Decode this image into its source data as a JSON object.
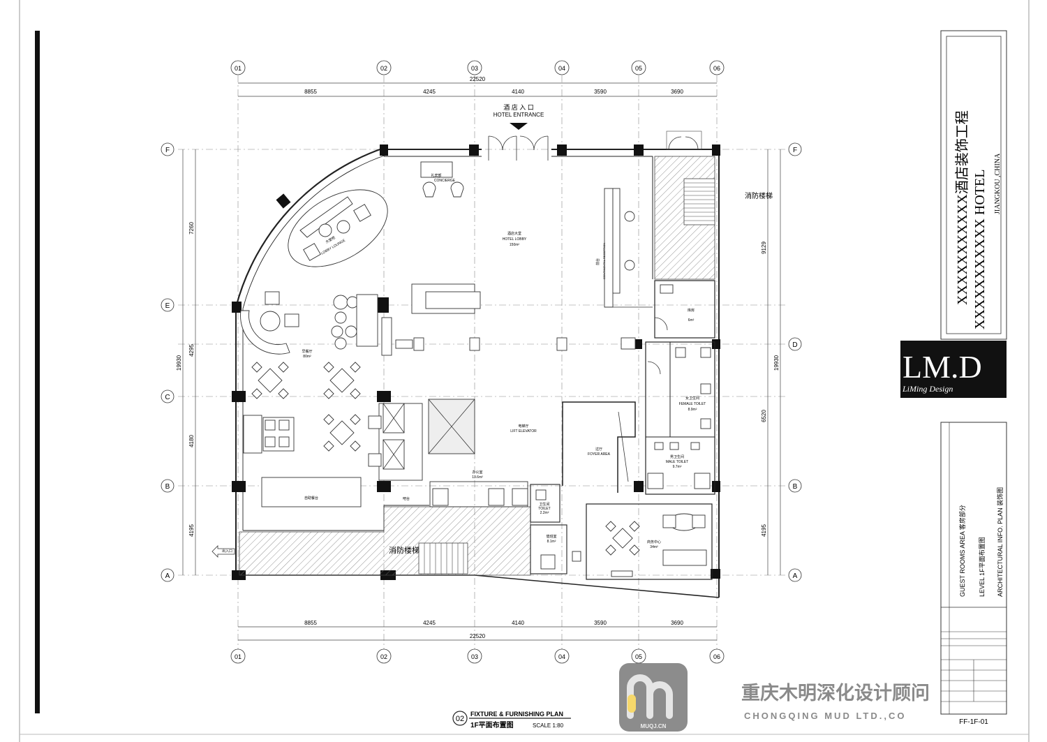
{
  "grid_cols": [
    "01",
    "02",
    "03",
    "04",
    "05",
    "06"
  ],
  "grid_rows": [
    "F",
    "E",
    "D",
    "C",
    "B",
    "A"
  ],
  "dims_top": [
    "8855",
    "4245",
    "4140",
    "3590",
    "3690"
  ],
  "dims_total": "22520",
  "dims_right": [
    "9129",
    "6520",
    "4195"
  ],
  "dims_left": [
    "7260",
    "4295",
    "4180",
    "4195"
  ],
  "dims_total_v": "19930",
  "entrance": {
    "cn": "酒 店 入 口",
    "en": "HOTEL  ENTRANCE"
  },
  "rooms": {
    "concierge": {
      "cn": "礼宾部",
      "en": "CONCIERGE"
    },
    "lobby": {
      "cn": "酒店大堂",
      "en": "HOTEL LOBBY",
      "area": "150m²"
    },
    "lounge": {
      "cn": "大堂吧",
      "en": "LOBBY LOUNGE"
    },
    "reception": {
      "cn": "前台",
      "en": "CONTINENTAL RECEPTION"
    },
    "restaurant": {
      "cn": "早餐厅",
      "area": "80m²"
    },
    "elevator": {
      "cn": "电梯厅",
      "en": "LIFT ELEVATOR"
    },
    "foyer": {
      "cn": "过厅",
      "en": "FOYER AREA"
    },
    "female_toilet": {
      "cn": "女卫生间",
      "en": "FEMALE TOILET",
      "area": "8.9m²"
    },
    "male_toilet": {
      "cn": "男卫生间",
      "en": "MALE TOILET",
      "area": "9.7m²"
    },
    "office": {
      "cn": "办公室",
      "area": "13.6m²"
    },
    "toilet": {
      "cn": "卫生间",
      "en": "TOILET",
      "area": "2.2m²"
    },
    "storage": {
      "cn": "库房",
      "area": "6m²"
    },
    "duty": {
      "cn": "值班室",
      "area": "8.1m²"
    },
    "business": {
      "cn": "商务中心",
      "area": "34m²"
    },
    "bar": {
      "cn": "吧台"
    },
    "buffet": {
      "cn": "自助餐台"
    },
    "stair1": "消防楼梯",
    "stair2": "消防楼梯",
    "exit": "出入口"
  },
  "plan_title": {
    "num": "02",
    "en": "FIXTURE & FURNISHING PLAN",
    "cn": "1F平面布置图",
    "scale": "SCALE 1:80"
  },
  "titleblock": {
    "project_cn": "XXXXXXXXXXX酒店装饰工程",
    "project_en": "XXXXXXXXXXX  HOTEL",
    "location": "JIANGKOU ,CHINA",
    "logo": "LM.D",
    "logo_sub": "LiMing Design",
    "area_label": "GUEST ROOMS AREA  客房部分",
    "drawing_label": "LEVEL  1F平面布置图",
    "plan_label": "ARCHITECTURAL  INFO.  PLAN   装饰图",
    "sheet_no": "FF-1F-01"
  },
  "watermark": {
    "cn": "重庆木明深化设计顾问",
    "en": "CHONGQING MUD LTD.,CO",
    "badge": "MUQJ.CN"
  }
}
